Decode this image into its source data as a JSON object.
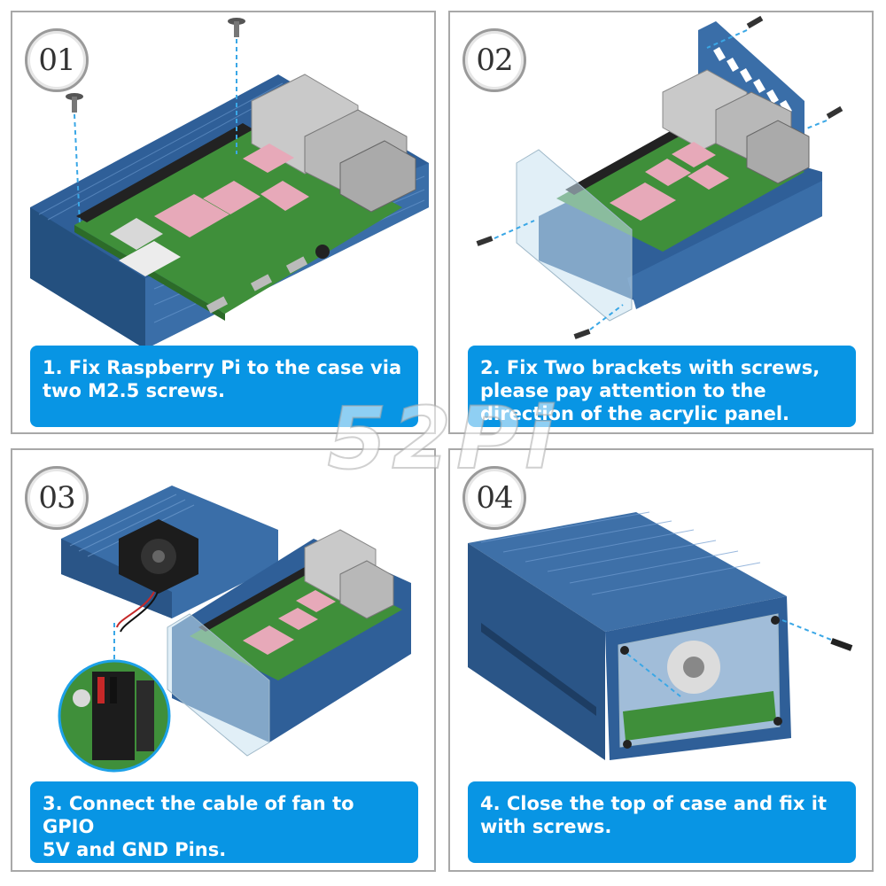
{
  "steps": [
    {
      "number": "01",
      "line1": "1. Fix Raspberry Pi to the case via",
      "line2": "two M2.5 screws.",
      "line3": ""
    },
    {
      "number": "02",
      "line1": "2. Fix Two brackets with screws,",
      "line2": "please pay attention to the",
      "line3": "direction of the acrylic panel."
    },
    {
      "number": "03",
      "line1": "3. Connect the cable of fan to GPIO",
      "line2": "5V and GND Pins.",
      "line3": ""
    },
    {
      "number": "04",
      "line1": "4. Close the top of case and fix it",
      "line2": "with screws.",
      "line3": ""
    }
  ],
  "watermark": "52Pi",
  "colors": {
    "caption_bg": "#0895e4",
    "case_blue": "#3a6ea8",
    "pcb_green": "#3f8f3a",
    "thermal_pad": "#e7a9b9",
    "border": "#a8a8a8"
  },
  "icons": [
    "screw-icon",
    "dashed-guide-line",
    "raspberry-pi-board",
    "aluminium-case",
    "cooling-fan",
    "acrylic-panel",
    "gpio-closeup"
  ]
}
